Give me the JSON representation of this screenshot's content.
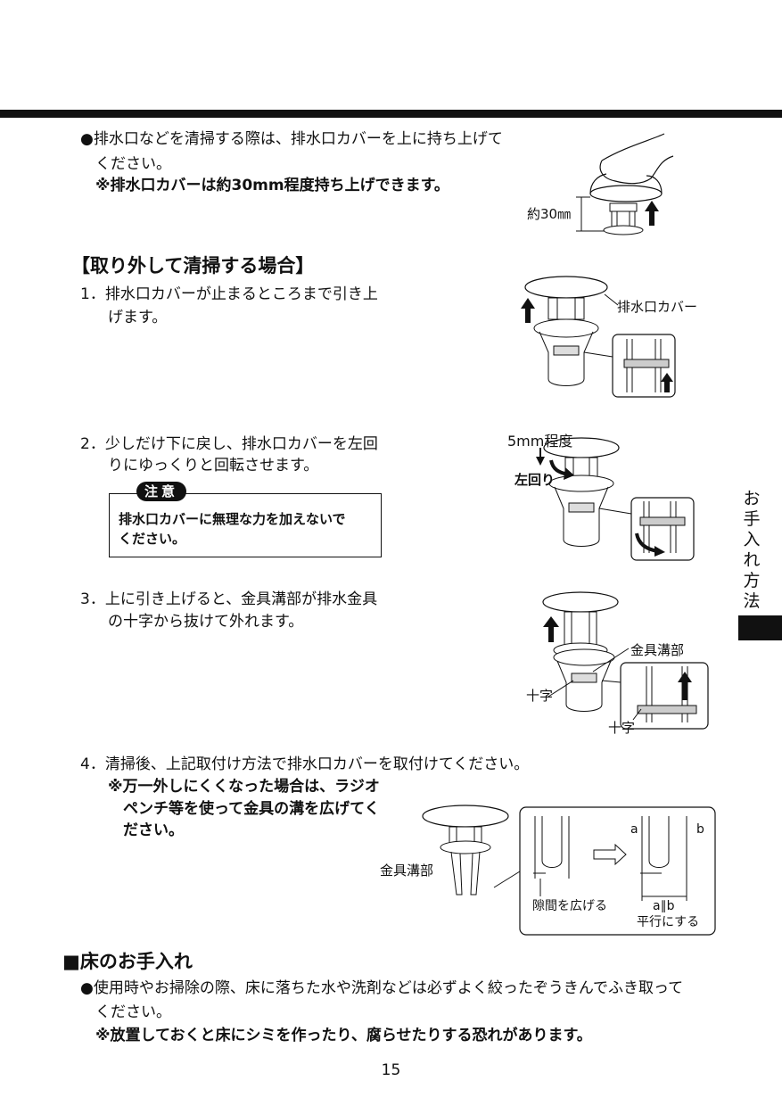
{
  "section_tab": "お手入れ方法",
  "intro": {
    "bullet_l1": "●排水口などを清掃する際は、排水口カバーを上に持ち上げて",
    "bullet_l2": "ください。",
    "note": "※排水口カバーは約30mm程度持ち上げできます。",
    "fig_label": "約30㎜"
  },
  "removal": {
    "heading": "【取り外して清掃する場合】",
    "step1_l1": "1．排水口カバーが止まるところまで引き上",
    "step1_l2": "げます。",
    "step1_label": "排水口カバー",
    "step2_l1": "2．少しだけ下に戻し、排水口カバーを左回",
    "step2_l2": "りにゆっくりと回転させます。",
    "caution_label": "注意",
    "caution_l1": "排水口カバーに無理な力を加えないで",
    "caution_l2": "ください。",
    "step2_label_mm": "5mm程度",
    "step2_label_rot": "左回り",
    "step3_l1": "3．上に引き上げると、金具溝部が排水金具",
    "step3_l2": "の十字から抜けて外れます。",
    "step3_label_groove": "金具溝部",
    "step3_label_cross": "十字",
    "step3_label_cross2": "十字",
    "step4_l1": "4．清掃後、上記取付け方法で排水口カバーを取付けてください。",
    "step4_note_l1": "※万一外しにくくなった場合は、ラジオ",
    "step4_note_l2": "ペンチ等を使って金具の溝を広げてく",
    "step4_note_l3": "ださい。",
    "step4_label_groove": "金具溝部",
    "step4_label_widen": "隙間を広げる",
    "step4_label_a": "a",
    "step4_label_b": "b",
    "step4_label_ab": "a∥b",
    "step4_label_parallel": "平行にする"
  },
  "floor": {
    "heading": "■床のお手入れ",
    "bullet_l1": "●使用時やお掃除の際、床に落ちた水や洗剤などは必ずよく絞ったぞうきんでふき取って",
    "bullet_l2": "ください。",
    "note": "※放置しておくと床にシミを作ったり、腐らせたりする恐れがあります。"
  },
  "page_number": "15"
}
